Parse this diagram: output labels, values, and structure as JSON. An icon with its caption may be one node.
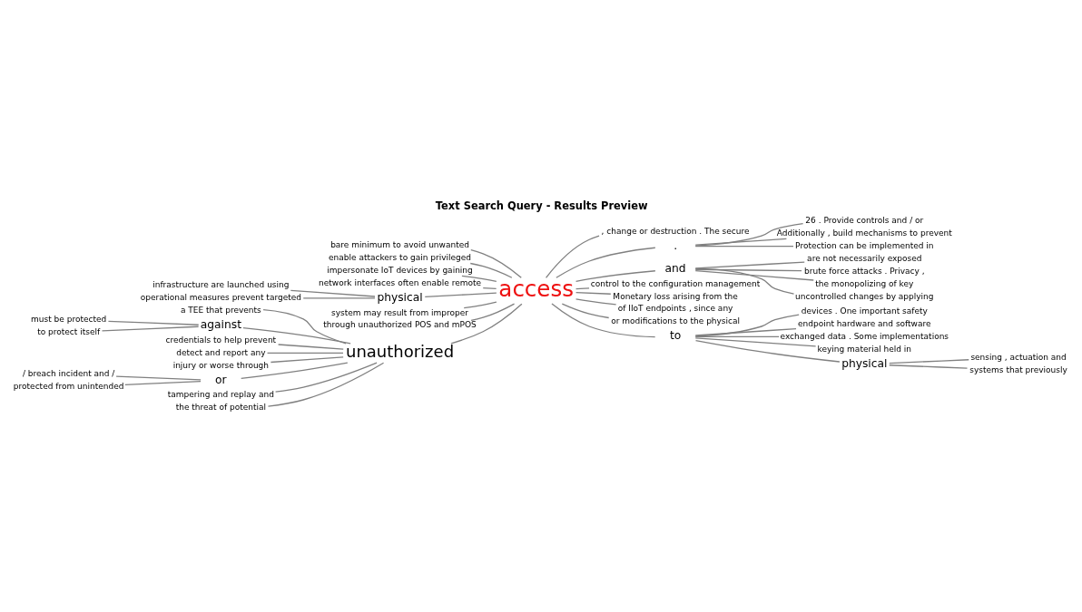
{
  "diagram": {
    "title": "Text Search Query - Results Preview",
    "nodes": [
      {
        "text": [
          "access"
        ]
      },
      {
        "text": [
          "bare minimum to avoid unwanted"
        ]
      },
      {
        "text": [
          "enable attackers to gain privileged"
        ]
      },
      {
        "text": [
          "impersonate IoT devices by gaining"
        ]
      },
      {
        "text": [
          "network interfaces often enable remote"
        ]
      },
      {
        "text": [
          "physical"
        ]
      },
      {
        "text": [
          "infrastructure are launched using"
        ]
      },
      {
        "text": [
          "operational measures prevent targeted"
        ]
      },
      {
        "text": [
          "system may result from improper"
        ]
      },
      {
        "text": [
          "through unauthorized POS and mPOS"
        ]
      },
      {
        "text": [
          "unauthorized"
        ]
      },
      {
        "text": [
          "a TEE that prevents"
        ]
      },
      {
        "text": [
          "against"
        ]
      },
      {
        "text": [
          "must be protected"
        ]
      },
      {
        "text": [
          "to protect itself"
        ]
      },
      {
        "text": [
          "credentials to help prevent"
        ]
      },
      {
        "text": [
          "detect and report any"
        ]
      },
      {
        "text": [
          "injury or worse through"
        ]
      },
      {
        "text": [
          "or"
        ]
      },
      {
        "text": [
          "/ breach incident and /"
        ]
      },
      {
        "text": [
          "protected from unintended"
        ]
      },
      {
        "text": [
          "tampering and replay and"
        ]
      },
      {
        "text": [
          "the threat of potential"
        ]
      },
      {
        "text": [
          ", change or destruction . The secure"
        ]
      },
      {
        "text": [
          "."
        ]
      },
      {
        "text": [
          "26 . Provide controls and / or"
        ]
      },
      {
        "text": [
          "Additionally , build mechanisms to prevent"
        ]
      },
      {
        "text": [
          "Protection can be implemented in"
        ]
      },
      {
        "text": [
          "and"
        ]
      },
      {
        "text": [
          "are not necessarily exposed"
        ]
      },
      {
        "text": [
          "brute force attacks . Privacy ,"
        ]
      },
      {
        "text": [
          "the monopolizing of key"
        ]
      },
      {
        "text": [
          "uncontrolled changes by applying"
        ]
      },
      {
        "text": [
          "control to the configuration management"
        ]
      },
      {
        "text": [
          "Monetary loss arising from the"
        ]
      },
      {
        "text": [
          "of IIoT endpoints , since any"
        ]
      },
      {
        "text": [
          "or modifications to the physical"
        ]
      },
      {
        "text": [
          "to"
        ]
      },
      {
        "text": [
          "devices . One important safety"
        ]
      },
      {
        "text": [
          "endpoint hardware and software"
        ]
      },
      {
        "text": [
          "exchanged data . Some implementations"
        ]
      },
      {
        "text": [
          "keying material held in"
        ]
      },
      {
        "text": [
          "physical"
        ]
      },
      {
        "text": [
          "sensing , actuation and"
        ]
      },
      {
        "text": [
          "systems that previously"
        ]
      }
    ],
    "edges": [
      {
        "from": 1,
        "to": 0,
        "arrow": "none"
      },
      {
        "from": 2,
        "to": 0,
        "arrow": "none"
      },
      {
        "from": 3,
        "to": 0,
        "arrow": "none"
      },
      {
        "from": 4,
        "to": 0,
        "arrow": "none"
      },
      {
        "from": 5,
        "to": 0,
        "arrow": "none"
      },
      {
        "from": 6,
        "to": 5,
        "arrow": "none"
      },
      {
        "from": 7,
        "to": 5,
        "arrow": "none"
      },
      {
        "from": 8,
        "to": 0,
        "arrow": "none"
      },
      {
        "from": 9,
        "to": 0,
        "arrow": "none"
      },
      {
        "from": 10,
        "to": 0,
        "arrow": "none"
      },
      {
        "from": 11,
        "to": 10,
        "arrow": "none"
      },
      {
        "from": 12,
        "to": 10,
        "arrow": "none"
      },
      {
        "from": 13,
        "to": 12,
        "arrow": "none"
      },
      {
        "from": 14,
        "to": 12,
        "arrow": "none"
      },
      {
        "from": 15,
        "to": 10,
        "arrow": "none"
      },
      {
        "from": 16,
        "to": 10,
        "arrow": "none"
      },
      {
        "from": 17,
        "to": 10,
        "arrow": "none"
      },
      {
        "from": 18,
        "to": 10,
        "arrow": "none"
      },
      {
        "from": 19,
        "to": 18,
        "arrow": "none"
      },
      {
        "from": 20,
        "to": 18,
        "arrow": "none"
      },
      {
        "from": 21,
        "to": 10,
        "arrow": "none"
      },
      {
        "from": 22,
        "to": 10,
        "arrow": "none"
      },
      {
        "from": 0,
        "to": 23,
        "arrow": "none"
      },
      {
        "from": 0,
        "to": 24,
        "arrow": "none"
      },
      {
        "from": 24,
        "to": 25,
        "arrow": "none"
      },
      {
        "from": 24,
        "to": 26,
        "arrow": "none"
      },
      {
        "from": 24,
        "to": 27,
        "arrow": "none"
      },
      {
        "from": 0,
        "to": 28,
        "arrow": "none"
      },
      {
        "from": 28,
        "to": 29,
        "arrow": "none"
      },
      {
        "from": 28,
        "to": 30,
        "arrow": "none"
      },
      {
        "from": 28,
        "to": 31,
        "arrow": "none"
      },
      {
        "from": 28,
        "to": 32,
        "arrow": "none"
      },
      {
        "from": 0,
        "to": 33,
        "arrow": "none"
      },
      {
        "from": 0,
        "to": 34,
        "arrow": "none"
      },
      {
        "from": 0,
        "to": 35,
        "arrow": "none"
      },
      {
        "from": 0,
        "to": 36,
        "arrow": "none"
      },
      {
        "from": 0,
        "to": 37,
        "arrow": "none"
      },
      {
        "from": 37,
        "to": 38,
        "arrow": "none"
      },
      {
        "from": 37,
        "to": 39,
        "arrow": "none"
      },
      {
        "from": 37,
        "to": 40,
        "arrow": "none"
      },
      {
        "from": 37,
        "to": 41,
        "arrow": "none"
      },
      {
        "from": 37,
        "to": 42,
        "arrow": "none"
      },
      {
        "from": 42,
        "to": 43,
        "arrow": "none"
      },
      {
        "from": 42,
        "to": 44,
        "arrow": "none"
      }
    ]
  }
}
